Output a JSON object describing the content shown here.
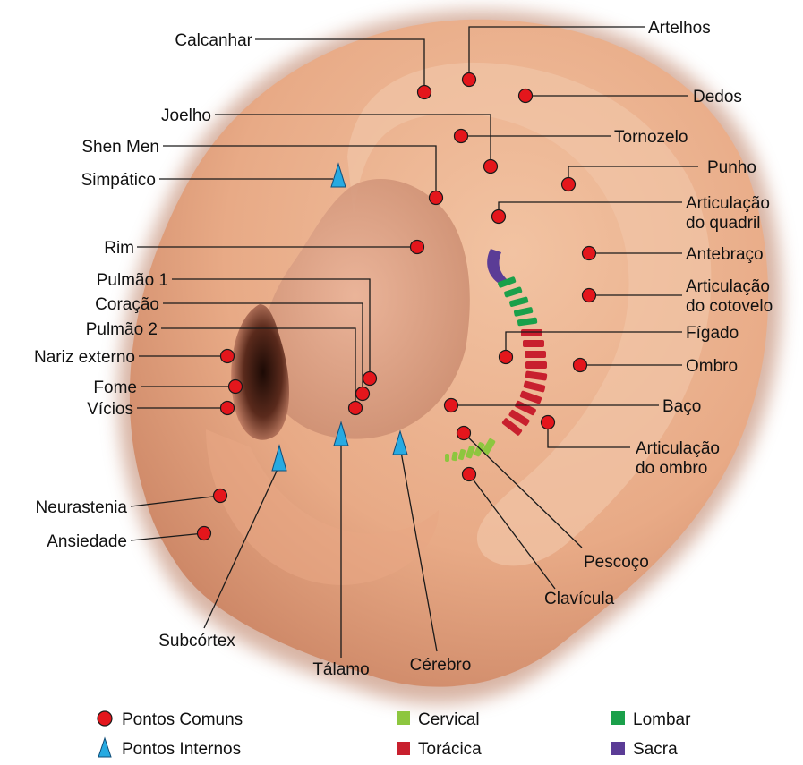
{
  "colors": {
    "common_point": "#e4161c",
    "internal_point": "#27aae1",
    "cervical": "#8dc63f",
    "thoracic": "#c8202e",
    "lumbar": "#1aa04a",
    "sacral": "#5b3c96",
    "skin": "#ebb08d"
  },
  "labels": {
    "calcanhar": "Calcanhar",
    "artelhos": "Artelhos",
    "dedos": "Dedos",
    "joelho": "Joelho",
    "tornozelo": "Tornozelo",
    "shen_men": "Shen Men",
    "punho": "Punho",
    "simpatico": "Simpático",
    "quadril_1": "Articulação",
    "quadril_2": "do quadril",
    "rim": "Rim",
    "antebraco": "Antebraço",
    "pulmao1": "Pulmão 1",
    "cotovelo_1": "Articulação",
    "cotovelo_2": "do cotovelo",
    "coracao": "Coração",
    "pulmao2": "Pulmão 2",
    "figado": "Fígado",
    "nariz_externo": "Nariz externo",
    "ombro": "Ombro",
    "fome": "Fome",
    "vicios": "Vícios",
    "baco": "Baço",
    "art_ombro_1": "Articulação",
    "art_ombro_2": "do ombro",
    "neurastenia": "Neurastenia",
    "ansiedade": "Ansiedade",
    "pescoco": "Pescoço",
    "clavicula": "Clavícula",
    "subcortex": "Subcórtex",
    "talamo": "Tálamo",
    "cerebro": "Cérebro"
  },
  "legend": {
    "common": "Pontos Comuns",
    "internal": "Pontos Internos",
    "cervical": "Cervical",
    "thoracic": "Torácica",
    "lumbar": "Lombar",
    "sacral": "Sacra"
  }
}
